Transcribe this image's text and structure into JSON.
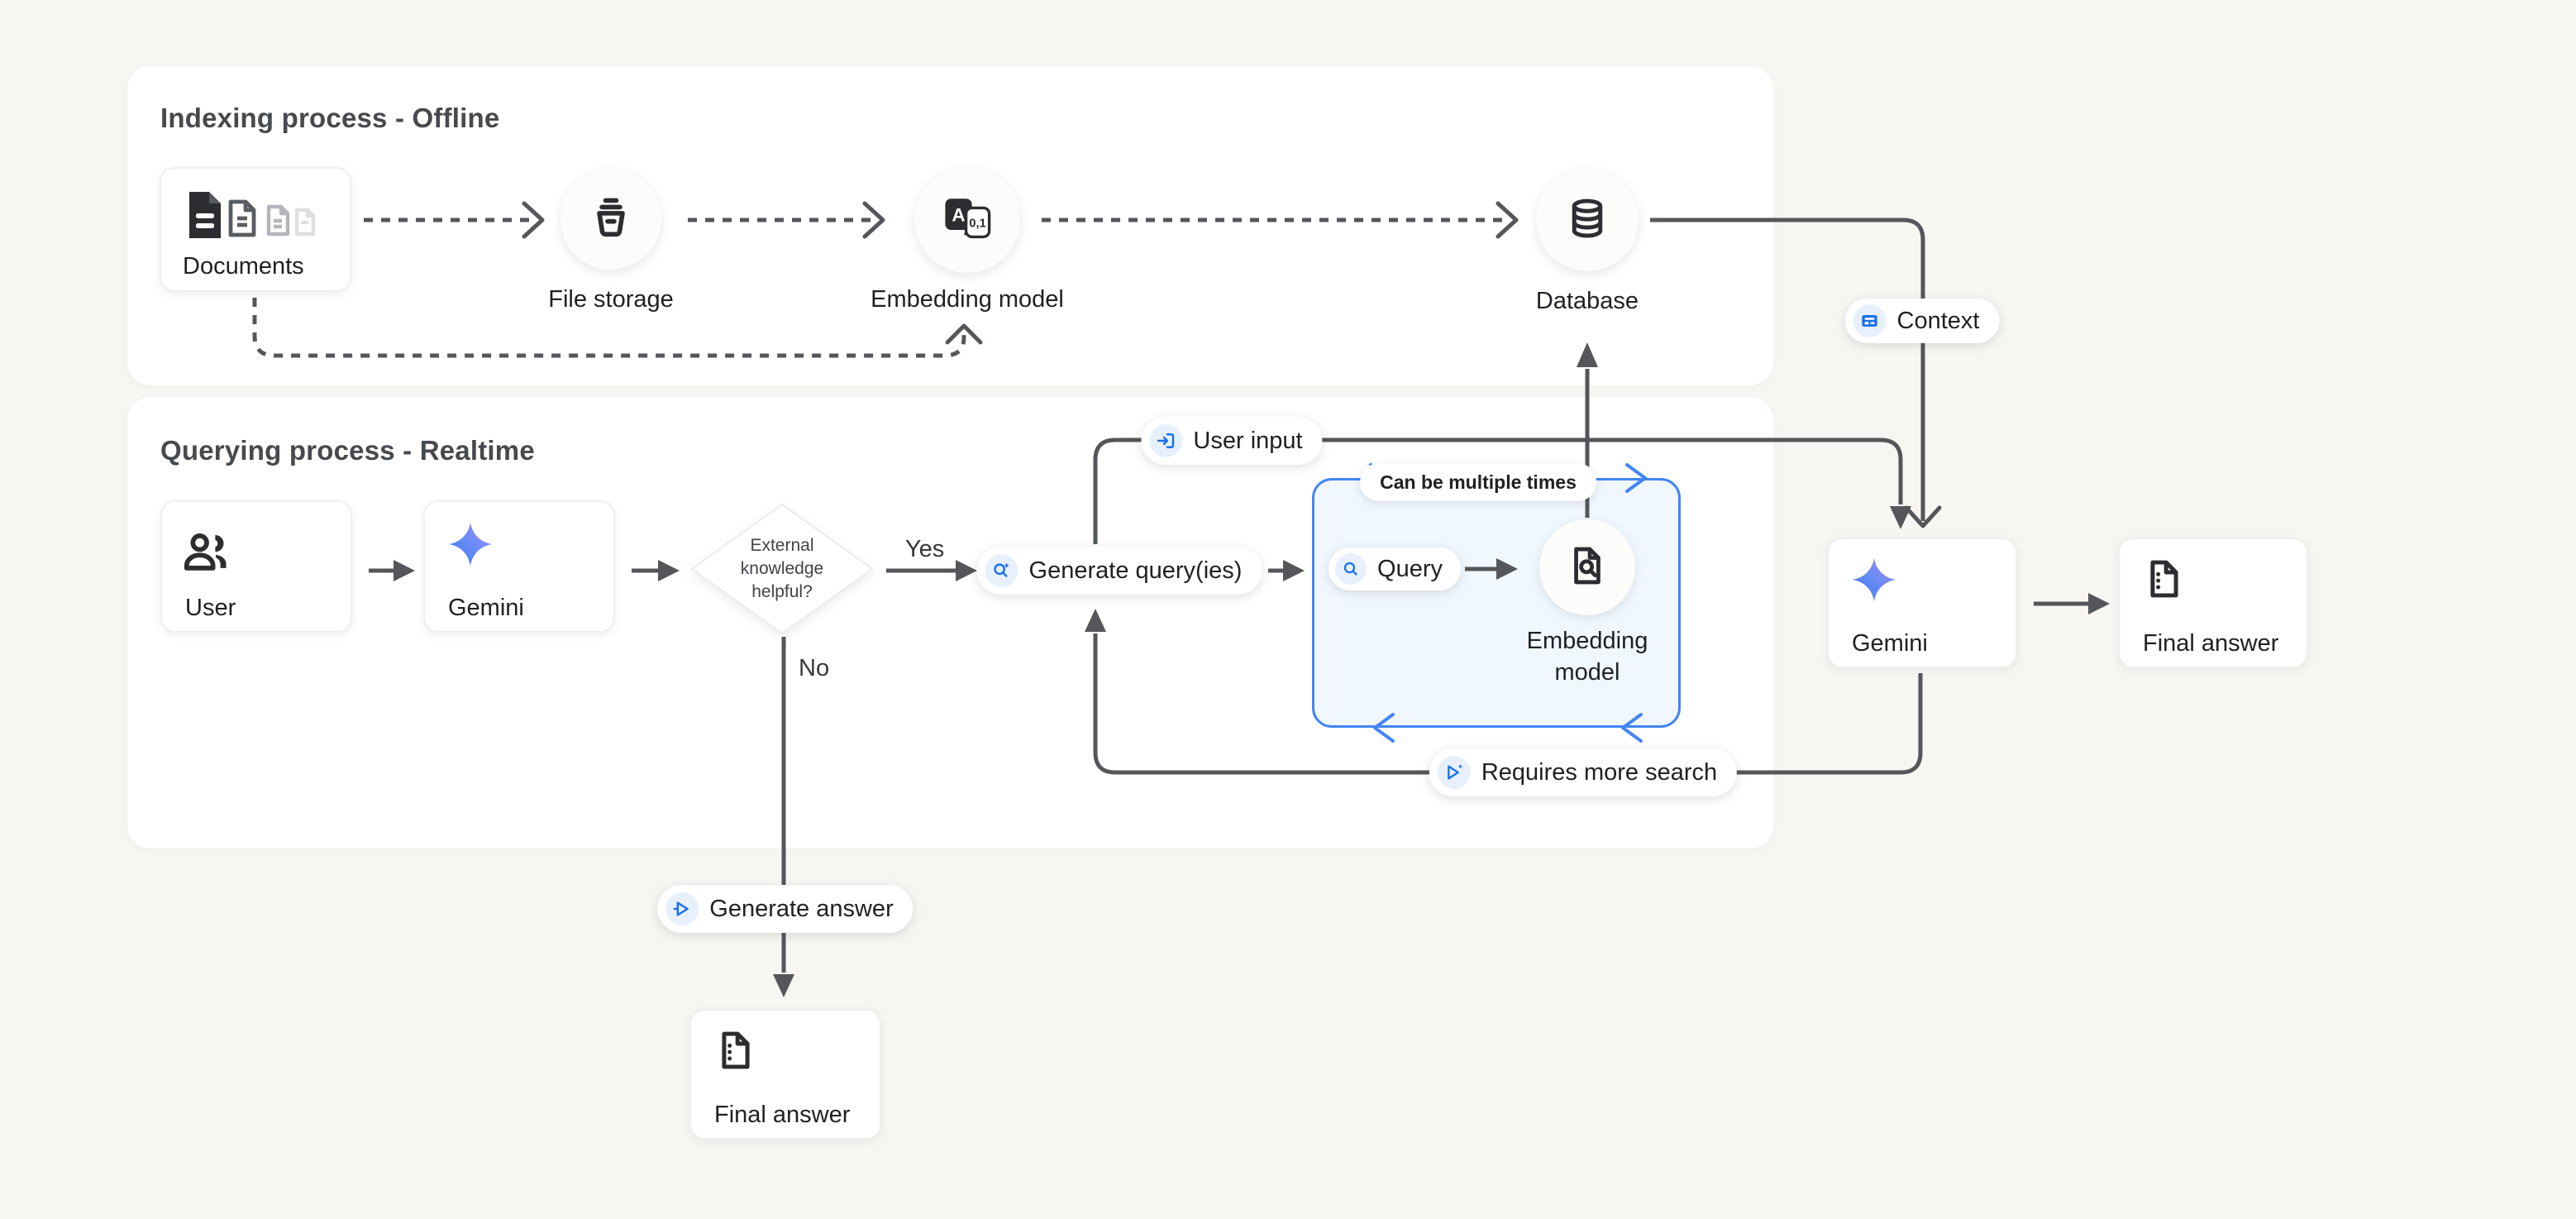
{
  "colors": {
    "background": "#f7f6f2",
    "panel": "#ffffff",
    "accent_blue": "#1a73e8",
    "loop_border": "#4285f4",
    "loop_fill": "#f1f7fe",
    "icon_chip_bg": "#e8f0fe",
    "connector": "#54565a",
    "dark_icon": "#2b2d30",
    "gemini_gradient_start": "#4285f4",
    "gemini_gradient_end": "#a487f0"
  },
  "panels": {
    "indexing": {
      "title": "Indexing process - Offline"
    },
    "querying": {
      "title": "Querying process - Realtime"
    }
  },
  "nodes": {
    "documents": {
      "label": "Documents",
      "icon": "document-stack-icon"
    },
    "file_storage": {
      "label": "File storage",
      "icon": "storage-bucket-icon"
    },
    "embedding_model_offline": {
      "label": "Embedding model",
      "icon": "text-to-numbers-icon",
      "icon_text_a": "A",
      "icon_text_nums": "0,1"
    },
    "database": {
      "label": "Database",
      "icon": "database-icon"
    },
    "user": {
      "label": "User",
      "icon": "users-icon"
    },
    "gemini": {
      "label": "Gemini",
      "icon": "gemini-star-icon"
    },
    "decision": {
      "lines": [
        "External",
        "knowledge",
        "helpful?"
      ]
    },
    "generate_queries": {
      "label": "Generate query(ies)",
      "icon": "search-sparkle-icon"
    },
    "query": {
      "label": "Query",
      "icon": "search-icon"
    },
    "embedding_model_online": {
      "lines": [
        "Embedding",
        "model"
      ],
      "icon": "document-search-icon"
    },
    "gemini_final": {
      "label": "Gemini",
      "icon": "gemini-star-icon"
    },
    "final_answer_right": {
      "label": "Final answer",
      "icon": "answer-document-icon"
    },
    "final_answer_bottom": {
      "label": "Final answer",
      "icon": "answer-document-icon"
    },
    "loop_note": {
      "label": "Can be multiple times"
    }
  },
  "badges": {
    "user_input": {
      "label": "User input",
      "icon": "input-icon"
    },
    "context": {
      "label": "Context",
      "icon": "article-icon"
    },
    "requires_more_search": {
      "label": "Requires more search",
      "icon": "send-sparkle-icon"
    },
    "generate_answer": {
      "label": "Generate answer",
      "icon": "send-icon"
    }
  },
  "edge_labels": {
    "yes": "Yes",
    "no": "No"
  }
}
